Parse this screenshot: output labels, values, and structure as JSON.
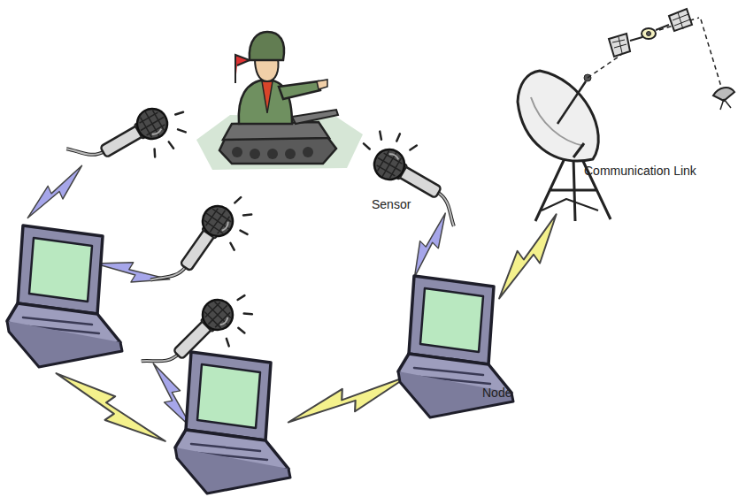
{
  "diagram": {
    "labels": [
      "Communication Link",
      "Sensor",
      "Node"
    ]
  }
}
